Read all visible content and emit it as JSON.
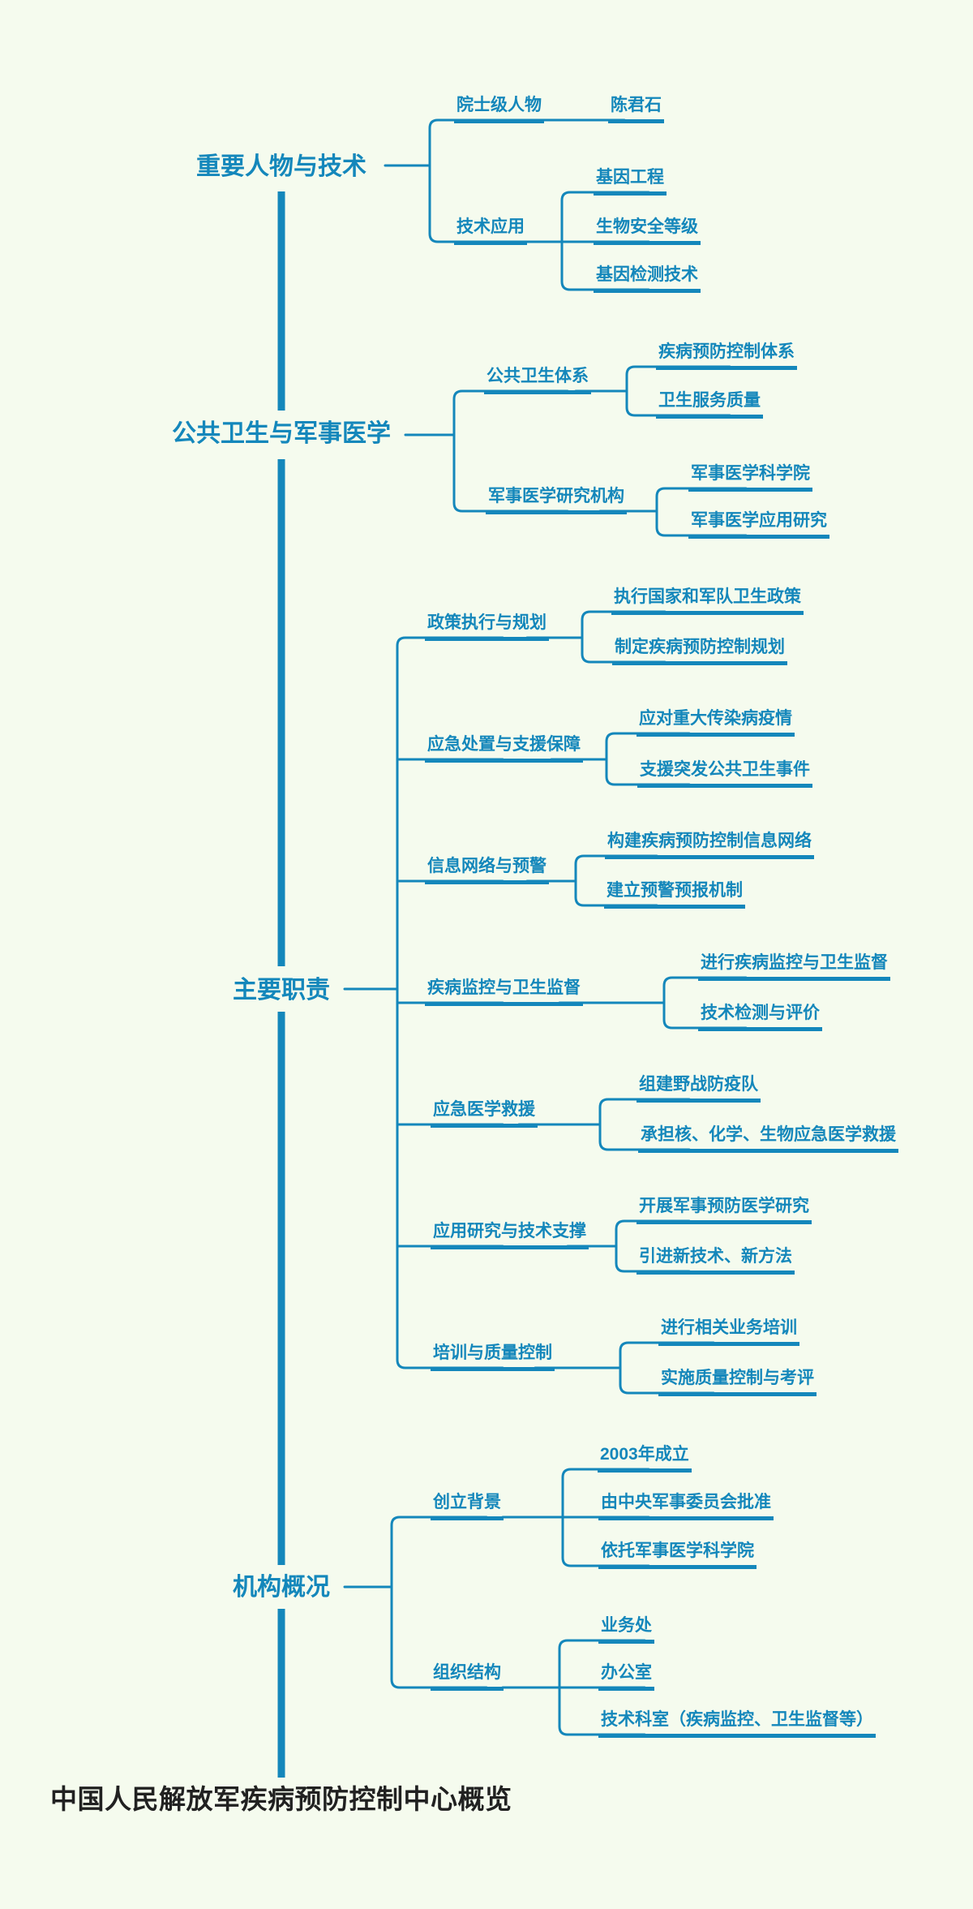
{
  "root": {
    "title": "中国人民解放军疾病预防控制中心概览"
  },
  "colors": {
    "branch": "#1487BB",
    "title_text": "#212121",
    "background": "#F5FBEE"
  },
  "topics": [
    {
      "label": "重要人物与技术",
      "children": [
        {
          "label": "院士级人物",
          "children": [
            {
              "label": "陈君石"
            }
          ]
        },
        {
          "label": "技术应用",
          "children": [
            {
              "label": "基因工程"
            },
            {
              "label": "生物安全等级"
            },
            {
              "label": "基因检测技术"
            }
          ]
        }
      ]
    },
    {
      "label": "公共卫生与军事医学",
      "children": [
        {
          "label": "公共卫生体系",
          "children": [
            {
              "label": "疾病预防控制体系"
            },
            {
              "label": "卫生服务质量"
            }
          ]
        },
        {
          "label": "军事医学研究机构",
          "children": [
            {
              "label": "军事医学科学院"
            },
            {
              "label": "军事医学应用研究"
            }
          ]
        }
      ]
    },
    {
      "label": "主要职责",
      "children": [
        {
          "label": "政策执行与规划",
          "children": [
            {
              "label": "执行国家和军队卫生政策"
            },
            {
              "label": "制定疾病预防控制规划"
            }
          ]
        },
        {
          "label": "应急处置与支援保障",
          "children": [
            {
              "label": "应对重大传染病疫情"
            },
            {
              "label": "支援突发公共卫生事件"
            }
          ]
        },
        {
          "label": "信息网络与预警",
          "children": [
            {
              "label": "构建疾病预防控制信息网络"
            },
            {
              "label": "建立预警预报机制"
            }
          ]
        },
        {
          "label": "疾病监控与卫生监督",
          "children": [
            {
              "label": "进行疾病监控与卫生监督"
            },
            {
              "label": "技术检测与评价"
            }
          ]
        },
        {
          "label": "应急医学救援",
          "children": [
            {
              "label": "组建野战防疫队"
            },
            {
              "label": "承担核、化学、生物应急医学救援"
            }
          ]
        },
        {
          "label": "应用研究与技术支撑",
          "children": [
            {
              "label": "开展军事预防医学研究"
            },
            {
              "label": "引进新技术、新方法"
            }
          ]
        },
        {
          "label": "培训与质量控制",
          "children": [
            {
              "label": "进行相关业务培训"
            },
            {
              "label": "实施质量控制与考评"
            }
          ]
        }
      ]
    },
    {
      "label": "机构概况",
      "children": [
        {
          "label": "创立背景",
          "children": [
            {
              "label": "2003年成立"
            },
            {
              "label": "由中央军事委员会批准"
            },
            {
              "label": "依托军事医学科学院"
            }
          ]
        },
        {
          "label": "组织结构",
          "children": [
            {
              "label": "业务处"
            },
            {
              "label": "办公室"
            },
            {
              "label": "技术科室（疾病监控、卫生监督等）"
            }
          ]
        }
      ]
    }
  ]
}
